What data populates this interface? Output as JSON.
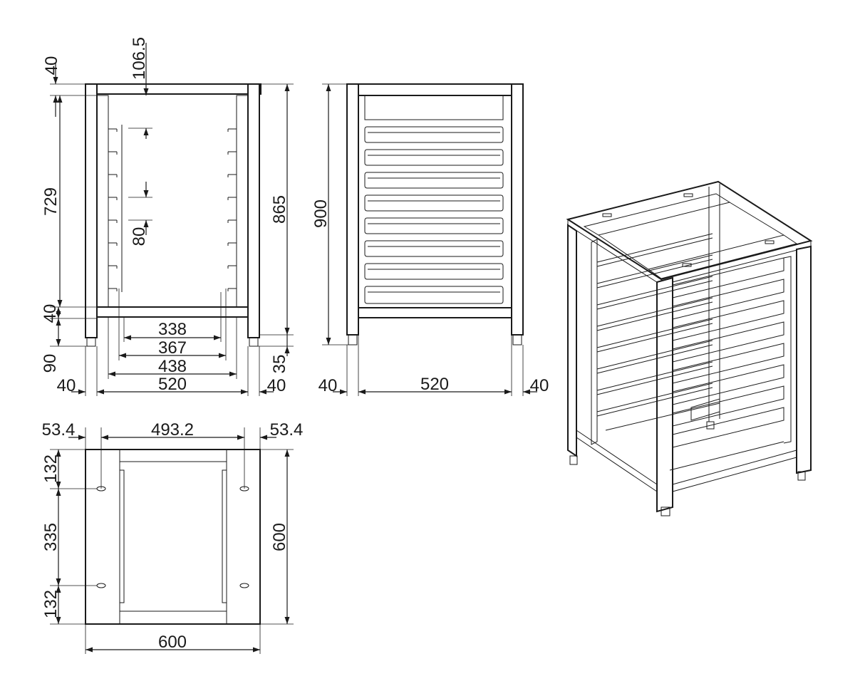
{
  "drawing": {
    "front_view": {
      "top_offset": "40",
      "top_rail_gap": "106.5",
      "inner_height": "729",
      "tray_pitch": "80",
      "total_height": "865",
      "bottom_rail": "40",
      "foot_height": "90",
      "foot_offset": "35",
      "width_338": "338",
      "width_367": "367",
      "width_438": "438",
      "width_520": "520",
      "side_left": "40",
      "side_right": "40"
    },
    "side_view": {
      "total_height": "900",
      "depth": "520",
      "side_left": "40",
      "side_right": "40"
    },
    "plan_view": {
      "margin_left": "53.4",
      "inner_width": "493.2",
      "margin_right": "53.4",
      "slot_top": "132",
      "slot_span": "335",
      "slot_bottom": "132",
      "depth": "600",
      "width": "600"
    }
  }
}
